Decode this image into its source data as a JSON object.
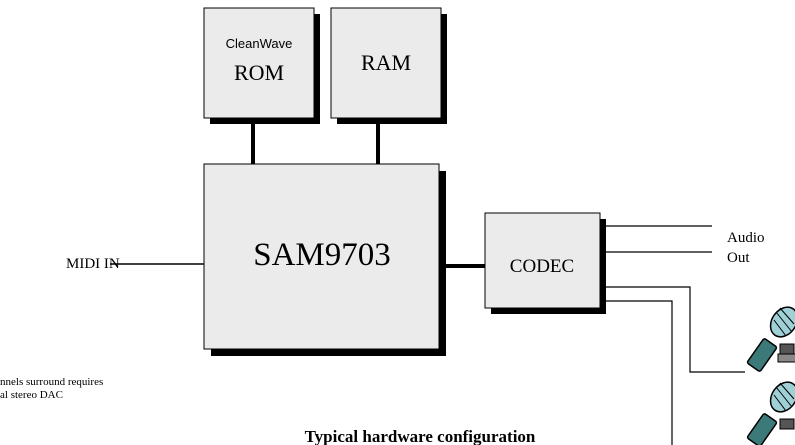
{
  "blocks": {
    "rom": {
      "line1": "CleanWave",
      "line2": "ROM"
    },
    "ram": {
      "label": "RAM"
    },
    "sam": {
      "label": "SAM9703"
    },
    "codec": {
      "label": "CODEC"
    }
  },
  "labels": {
    "midi_in": "MIDI IN",
    "audio_out_1": "Audio",
    "audio_out_2": "Out",
    "note_1": "nnels surround requires",
    "note_2": "al stereo DAC",
    "caption": "Typical hardware configuration"
  },
  "icons": [
    "microphone-icon",
    "microphone-icon"
  ],
  "colors": {
    "block_fill": "#ebebeb",
    "shadow": "#000000"
  }
}
